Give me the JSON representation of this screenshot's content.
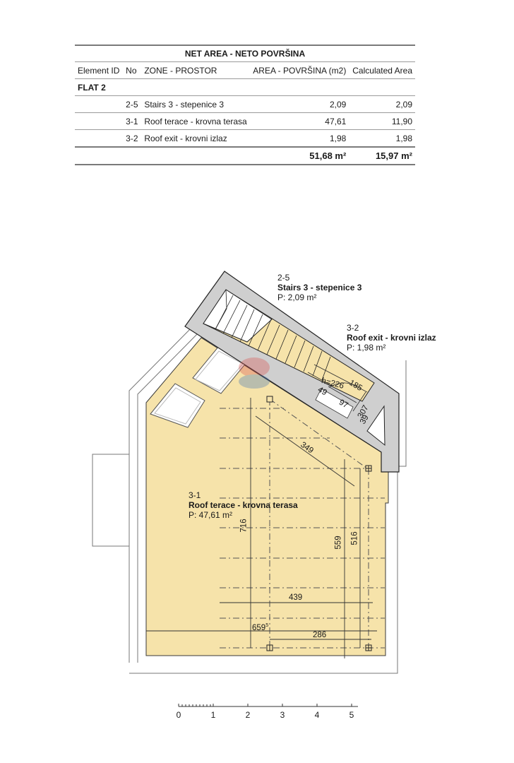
{
  "table": {
    "title": "NET AREA - NETO POVRŠINA",
    "headers": {
      "element_id": "Element ID",
      "no": "No",
      "zone": "ZONE - PROSTOR",
      "area": "AREA - POVRŠINA (m2)",
      "calculated": "Calculated Area"
    },
    "group_label": "FLAT 2",
    "rows": [
      {
        "no": "2-5",
        "zone": "Stairs 3 - stepenice 3",
        "area": "2,09",
        "calculated": "2,09"
      },
      {
        "no": "3-1",
        "zone": "Roof terace - krovna terasa",
        "area": "47,61",
        "calculated": "11,90"
      },
      {
        "no": "3-2",
        "zone": "Roof exit - krovni izlaz",
        "area": "1,98",
        "calculated": "1,98"
      }
    ],
    "totals": {
      "area": "51,68 m²",
      "calculated": "15,97 m²"
    }
  },
  "plan": {
    "labels": [
      {
        "no": "2-5",
        "name": "Stairs 3 - stepenice 3",
        "area": "P: 2,09 m²"
      },
      {
        "no": "3-2",
        "name": "Roof exit - krovni izlaz",
        "area": "P: 1,98 m²"
      },
      {
        "no": "3-1",
        "name": "Roof terace - krovna terasa",
        "area": "P: 47,61 m²"
      }
    ],
    "dimensions": {
      "h": "h=226",
      "d185": "185",
      "d49": "49",
      "d97": "97",
      "d307": "307",
      "d39": "39",
      "d349": "349",
      "d716": "716",
      "d559": "559",
      "d516": "516",
      "d439": "439",
      "d659": "659",
      "d659_sup": "5",
      "d286": "286"
    },
    "colors": {
      "terrace_fill": "#f6e3aa",
      "wall_fill": "#cfcfcf",
      "line": "#3a3a3a"
    }
  },
  "scale_bar": {
    "ticks": [
      "0",
      "1",
      "2",
      "3",
      "4",
      "5"
    ]
  }
}
